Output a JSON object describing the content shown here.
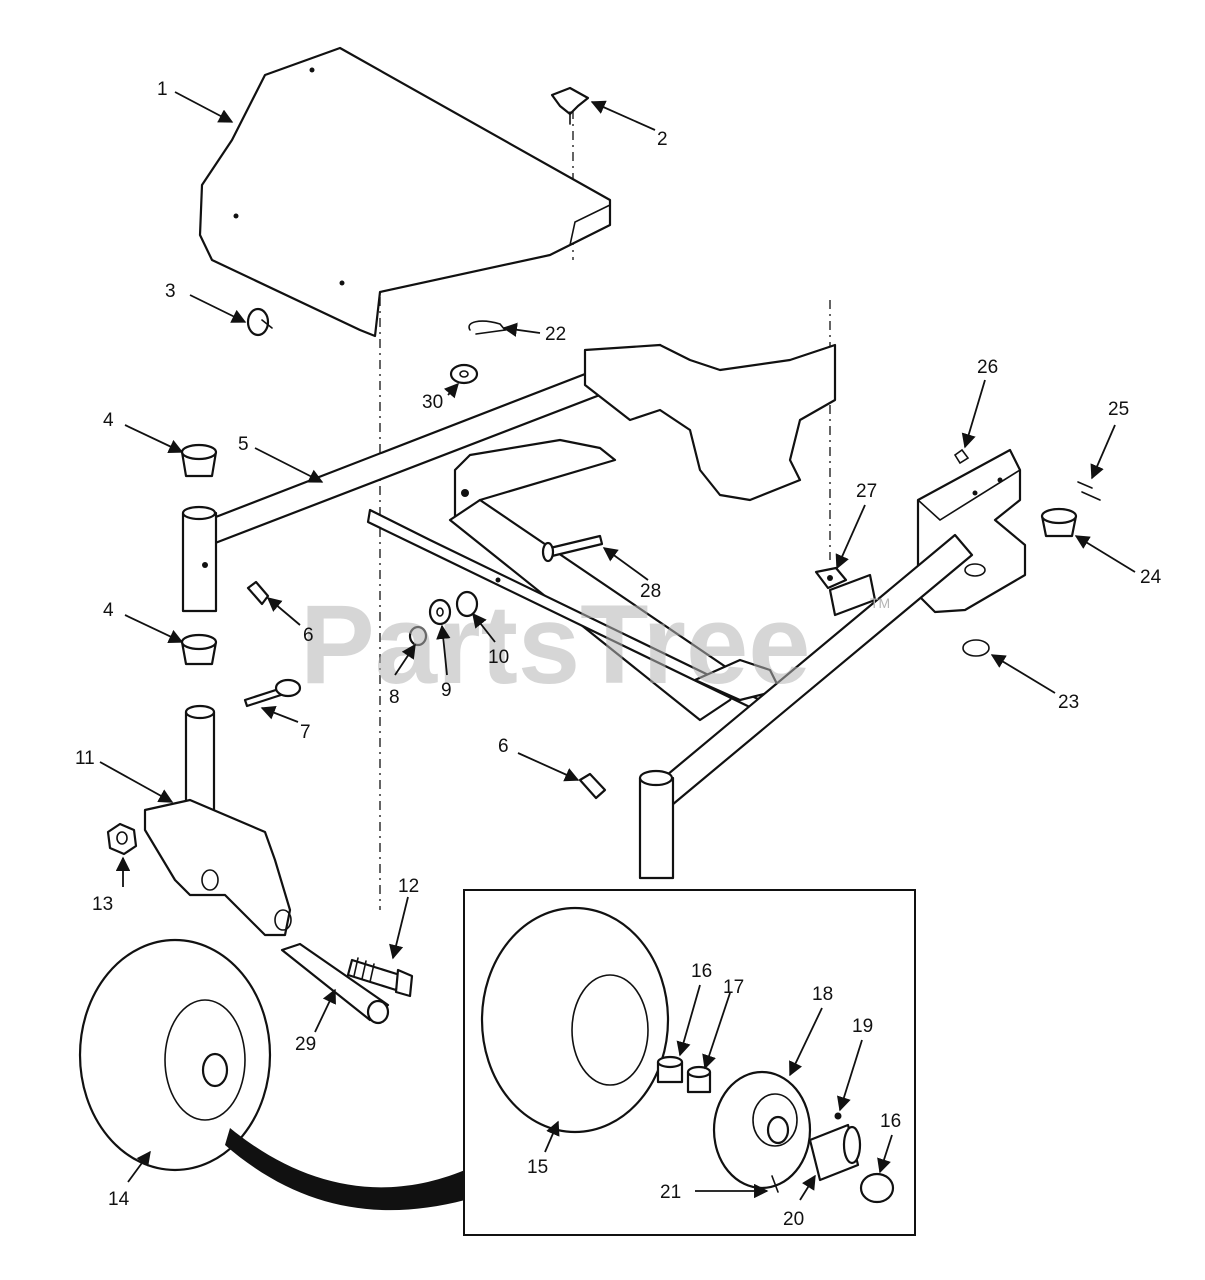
{
  "watermark": {
    "text": "PartsTree",
    "trademark": "TM"
  },
  "callouts": [
    {
      "id": "c1",
      "label": "1"
    },
    {
      "id": "c2",
      "label": "2"
    },
    {
      "id": "c3",
      "label": "3"
    },
    {
      "id": "c4a",
      "label": "4"
    },
    {
      "id": "c4b",
      "label": "4"
    },
    {
      "id": "c5",
      "label": "5"
    },
    {
      "id": "c6a",
      "label": "6"
    },
    {
      "id": "c6b",
      "label": "6"
    },
    {
      "id": "c7",
      "label": "7"
    },
    {
      "id": "c8",
      "label": "8"
    },
    {
      "id": "c9",
      "label": "9"
    },
    {
      "id": "c10",
      "label": "10"
    },
    {
      "id": "c11",
      "label": "11"
    },
    {
      "id": "c12",
      "label": "12"
    },
    {
      "id": "c13",
      "label": "13"
    },
    {
      "id": "c14",
      "label": "14"
    },
    {
      "id": "c15",
      "label": "15"
    },
    {
      "id": "c16a",
      "label": "16"
    },
    {
      "id": "c16b",
      "label": "16"
    },
    {
      "id": "c17",
      "label": "17"
    },
    {
      "id": "c18",
      "label": "18"
    },
    {
      "id": "c19",
      "label": "19"
    },
    {
      "id": "c20",
      "label": "20"
    },
    {
      "id": "c21",
      "label": "21"
    },
    {
      "id": "c22",
      "label": "22"
    },
    {
      "id": "c23",
      "label": "23"
    },
    {
      "id": "c24",
      "label": "24"
    },
    {
      "id": "c25",
      "label": "25"
    },
    {
      "id": "c26",
      "label": "26"
    },
    {
      "id": "c27",
      "label": "27"
    },
    {
      "id": "c28",
      "label": "28"
    },
    {
      "id": "c29",
      "label": "29"
    },
    {
      "id": "c30",
      "label": "30"
    }
  ]
}
